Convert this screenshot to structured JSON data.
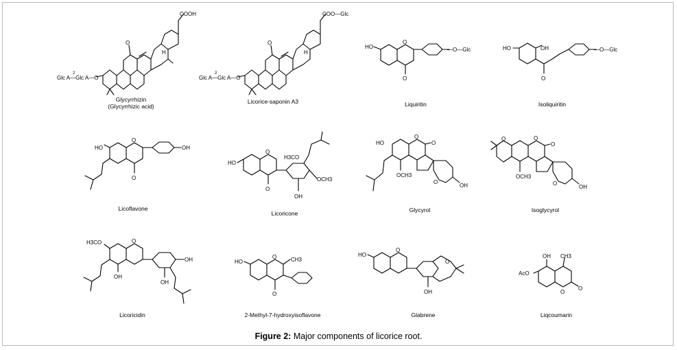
{
  "figure": {
    "caption_label": "Figure 2:",
    "caption_text": " Major components of licorice root."
  },
  "compounds": [
    {
      "name": "Glycyrrhizin",
      "name2": "(Glycyrrhizic acid)"
    },
    {
      "name": "Licorice-saponin A3"
    },
    {
      "name": "Liquiritin"
    },
    {
      "name": "Isoliquiritin"
    },
    {
      "name": "Licoflavone"
    },
    {
      "name": "Licoricone"
    },
    {
      "name": "Glycyrol"
    },
    {
      "name": "Isoglycyrol"
    },
    {
      "name": "Licoricidin"
    },
    {
      "name": "2-Methyl-7-hydroxyisoflavone"
    },
    {
      "name": "Glabrene"
    },
    {
      "name": "Liqcoumarin"
    }
  ],
  "atom_labels": {
    "cooh": "COOH",
    "cooglc": "COO—Glc",
    "o": "O",
    "h": "H",
    "ho": "HO",
    "oh": "OH",
    "glc_chain": "Glc A—Glc A—O",
    "o_glc": "—O—Glc",
    "h3co": "H3CO",
    "och3": "OCH3",
    "ch3": "CH3",
    "aco": "AcO",
    "two": "2"
  }
}
